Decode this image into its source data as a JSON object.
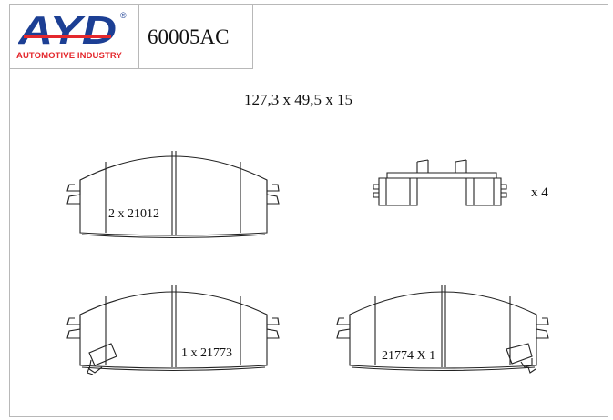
{
  "brand": {
    "logo_text": "AYD",
    "registered_mark": "®",
    "tagline": "AUTOMOTIVE INDUSTRY",
    "colors": {
      "logo_blue": "#1c3f94",
      "logo_red": "#e4282d"
    }
  },
  "part_number": "60005AC",
  "dimensions": "127,3 x 49,5 x 15",
  "components": {
    "pad_top": {
      "label": "2 x 21012"
    },
    "clip": {
      "label": "x 4"
    },
    "pad_bottom_left": {
      "label": "1 x 21773"
    },
    "pad_bottom_right": {
      "label": "21774 X 1"
    }
  },
  "line_color": "#222222"
}
